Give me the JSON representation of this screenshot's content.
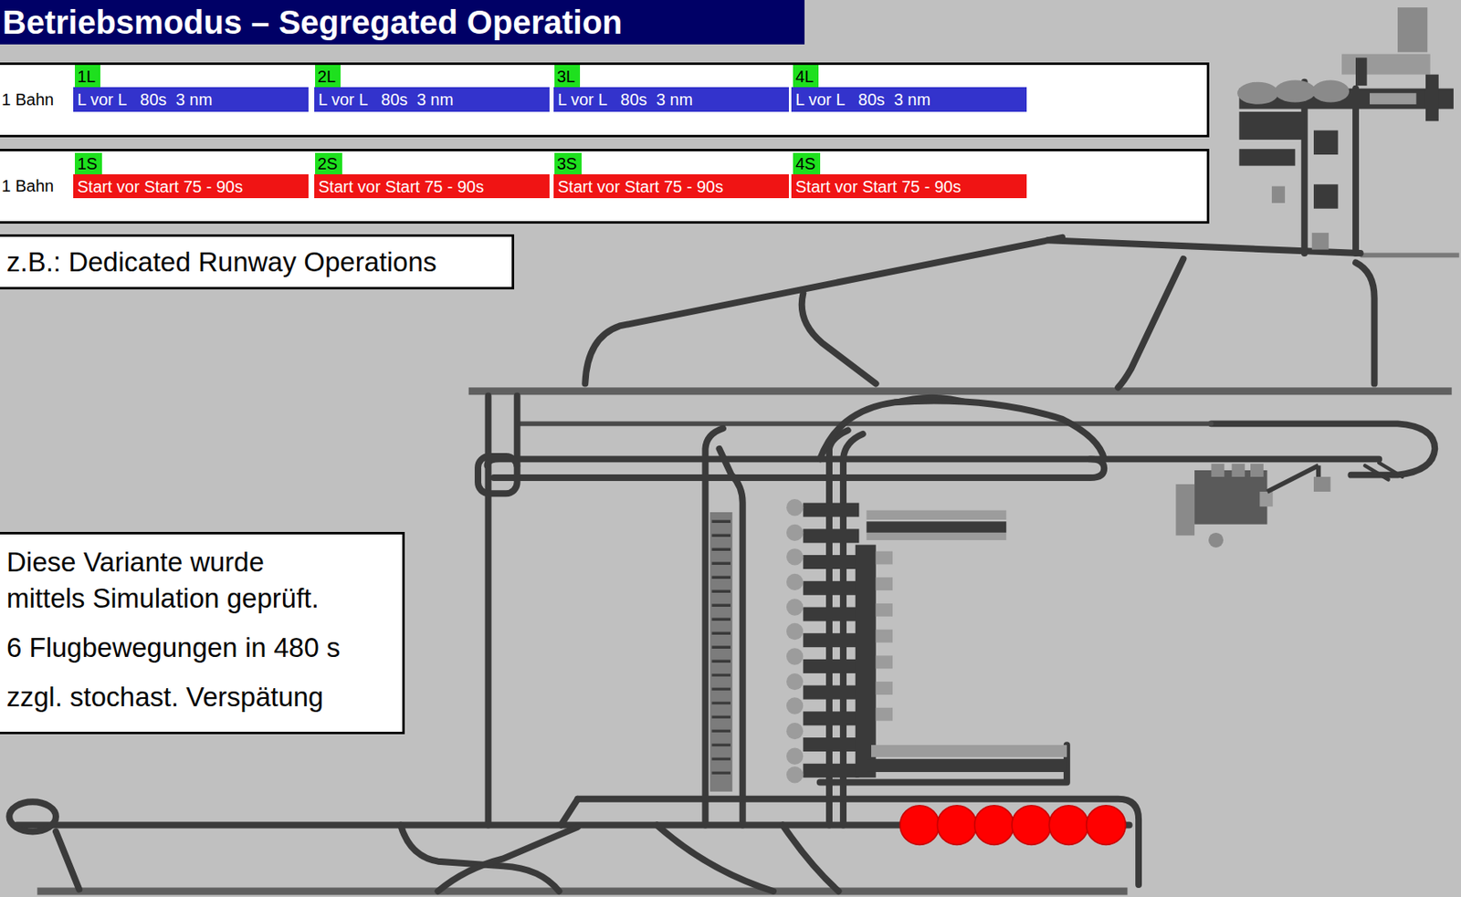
{
  "diagram": {
    "title": "Betriebsmodus – Segregated Operation",
    "nodes": [
      {
        "text": [
          "1 Bahn"
        ]
      },
      {
        "text": [
          "1L"
        ],
        "in": 0
      },
      {
        "text": [
          "L vor L   80s  3 nm"
        ],
        "in": 0
      },
      {
        "text": [
          "2L"
        ],
        "in": 0
      },
      {
        "text": [
          "L vor L   80s  3 nm"
        ],
        "in": 0
      },
      {
        "text": [
          "3L"
        ],
        "in": 0
      },
      {
        "text": [
          "L vor L   80s  3 nm"
        ],
        "in": 0
      },
      {
        "text": [
          "4L"
        ],
        "in": 0
      },
      {
        "text": [
          "L vor L   80s  3 nm"
        ],
        "in": 0
      },
      {
        "text": [
          "1 Bahn"
        ]
      },
      {
        "text": [
          "1S"
        ],
        "in": 9
      },
      {
        "text": [
          "Start vor Start 75 - 90s"
        ],
        "in": 9
      },
      {
        "text": [
          "2S"
        ],
        "in": 9
      },
      {
        "text": [
          "Start vor Start 75 - 90s"
        ],
        "in": 9
      },
      {
        "text": [
          "3S"
        ],
        "in": 9
      },
      {
        "text": [
          "Start vor Start 75 - 90s"
        ],
        "in": 9
      },
      {
        "text": [
          "4S"
        ],
        "in": 9
      },
      {
        "text": [
          "Start vor Start 75 - 90s"
        ],
        "in": 9
      },
      {
        "text": [
          "z.B.: Dedicated Runway Operations"
        ]
      },
      {
        "text": [
          "Diese Variante wurde mittels Simulation geprüft.",
          "6 Flugbewegungen in 480 s",
          "zzgl. stochast. Verspätung"
        ]
      }
    ]
  }
}
